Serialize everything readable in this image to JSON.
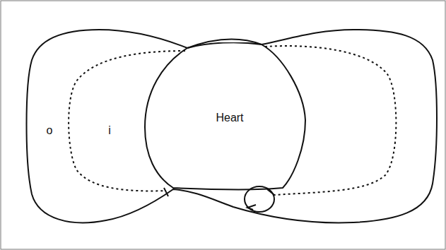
{
  "diagram": {
    "nodes": [
      {
        "text": [
          "Heart"
        ]
      }
    ],
    "labels": [
      "o",
      "i"
    ]
  }
}
